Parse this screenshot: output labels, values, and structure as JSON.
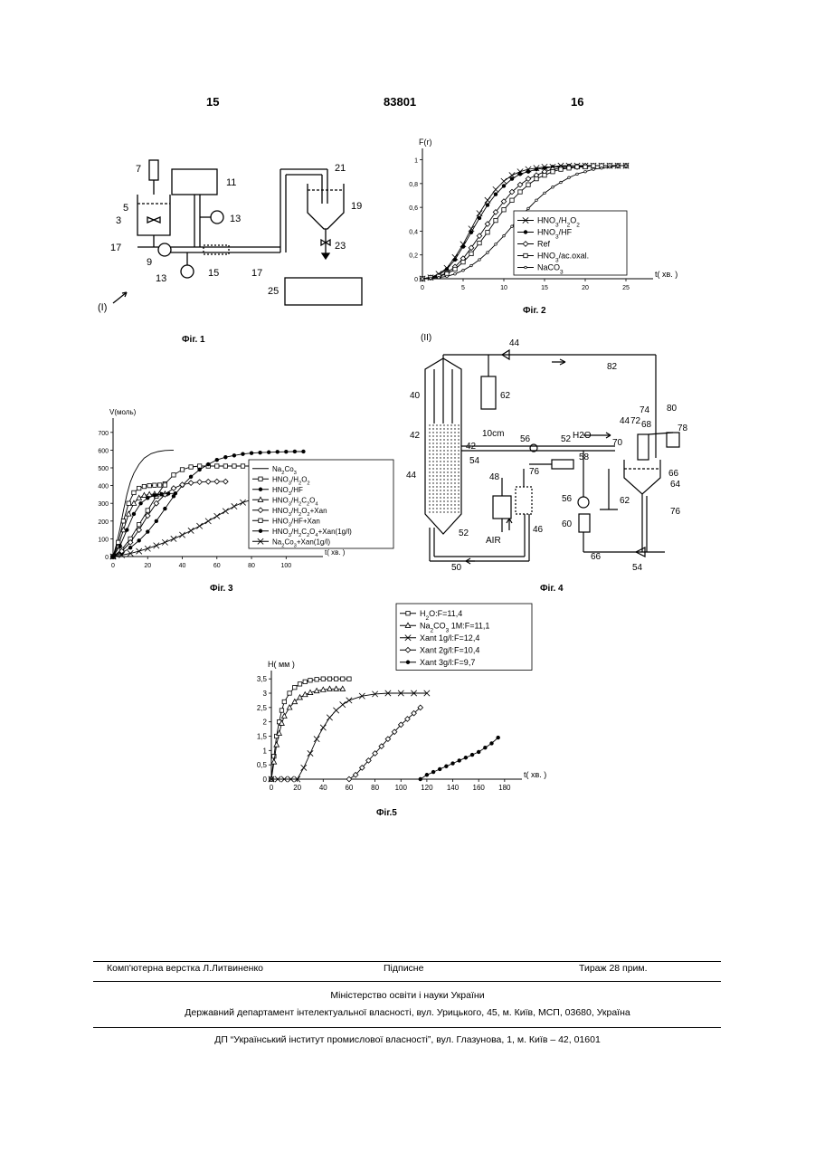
{
  "header": {
    "left_page": "15",
    "patent_number": "83801",
    "right_page": "16"
  },
  "fig1": {
    "caption": "Фіг. 1",
    "numbers": [
      "7",
      "5",
      "3",
      "11",
      "13",
      "21",
      "19",
      "17",
      "9",
      "13",
      "15",
      "17",
      "23",
      "25",
      "(I)"
    ]
  },
  "fig4": {
    "caption": "Фіг. 4",
    "numbers": [
      "(II)",
      "44",
      "82",
      "40",
      "62",
      "42",
      "42",
      "10cm",
      "44",
      "72",
      "68",
      "80",
      "74",
      "78",
      "44",
      "54",
      "56",
      "H2O",
      "70",
      "52",
      "76",
      "58",
      "66",
      "64",
      "48",
      "56",
      "62",
      "AIR",
      "46",
      "60",
      "76",
      "52",
      "50",
      "66",
      "54"
    ]
  },
  "chart_data": [
    {
      "type": "line",
      "caption": "Фіг. 2",
      "ylabel": "F(r)",
      "xlabel": "t( хв. )",
      "xlim": [
        0,
        27
      ],
      "ylim": [
        0,
        1.05
      ],
      "xticks": [
        "0",
        "5",
        "10",
        "15",
        "20",
        "25"
      ],
      "yticks": [
        "0",
        "0,2",
        "0,4",
        "0,6",
        "0,8",
        "1"
      ],
      "legend_position": "center-right",
      "series": [
        {
          "name": "HNO3/H2O2",
          "marker": "x",
          "x": [
            0,
            1,
            2,
            3,
            4,
            5,
            6,
            7,
            8,
            9,
            10,
            11,
            12,
            13,
            14,
            15,
            16,
            17,
            18,
            19,
            20,
            21,
            22,
            23,
            24,
            25
          ],
          "y": [
            0,
            0.01,
            0.04,
            0.09,
            0.18,
            0.29,
            0.42,
            0.55,
            0.66,
            0.75,
            0.82,
            0.87,
            0.9,
            0.92,
            0.93,
            0.94,
            0.94,
            0.95,
            0.95,
            0.95,
            0.95,
            0.95,
            0.95,
            0.95,
            0.95,
            0.95
          ]
        },
        {
          "name": "HNO3/HF",
          "marker": "dot",
          "x": [
            0,
            1,
            2,
            3,
            4,
            5,
            6,
            7,
            8,
            9,
            10,
            11,
            12,
            13,
            14,
            15,
            16,
            17,
            18,
            19,
            20,
            21,
            22,
            23,
            24,
            25
          ],
          "y": [
            0,
            0.01,
            0.03,
            0.08,
            0.16,
            0.27,
            0.39,
            0.51,
            0.62,
            0.71,
            0.78,
            0.84,
            0.88,
            0.9,
            0.92,
            0.93,
            0.94,
            0.94,
            0.95,
            0.95,
            0.95,
            0.95,
            0.95,
            0.95,
            0.95,
            0.95
          ]
        },
        {
          "name": "Ref",
          "marker": "diamond",
          "x": [
            0,
            1,
            2,
            3,
            4,
            5,
            6,
            7,
            8,
            9,
            10,
            11,
            12,
            13,
            14,
            15,
            16,
            17,
            18,
            19,
            20,
            21,
            22,
            23,
            24,
            25
          ],
          "y": [
            0,
            0.01,
            0.02,
            0.05,
            0.1,
            0.17,
            0.26,
            0.36,
            0.46,
            0.56,
            0.65,
            0.73,
            0.79,
            0.84,
            0.87,
            0.9,
            0.92,
            0.93,
            0.94,
            0.94,
            0.95,
            0.95,
            0.95,
            0.95,
            0.95,
            0.95
          ]
        },
        {
          "name": "HNO3/ac.oxal.",
          "marker": "square",
          "x": [
            0,
            1,
            2,
            3,
            4,
            5,
            6,
            7,
            8,
            9,
            10,
            11,
            12,
            13,
            14,
            15,
            16,
            17,
            18,
            19,
            20,
            21,
            22,
            23,
            24,
            25
          ],
          "y": [
            0,
            0.01,
            0.02,
            0.04,
            0.08,
            0.14,
            0.21,
            0.3,
            0.39,
            0.49,
            0.58,
            0.66,
            0.73,
            0.79,
            0.84,
            0.87,
            0.9,
            0.92,
            0.93,
            0.94,
            0.94,
            0.95,
            0.95,
            0.95,
            0.95,
            0.95
          ]
        },
        {
          "name": "NaCO3",
          "marker": "small",
          "x": [
            0,
            1,
            2,
            3,
            4,
            5,
            6,
            7,
            8,
            9,
            10,
            11,
            12,
            13,
            14,
            15,
            16,
            17,
            18,
            19,
            20,
            21,
            22,
            23,
            24,
            25
          ],
          "y": [
            0,
            0.005,
            0.01,
            0.02,
            0.04,
            0.07,
            0.11,
            0.16,
            0.22,
            0.29,
            0.36,
            0.44,
            0.52,
            0.59,
            0.66,
            0.72,
            0.77,
            0.81,
            0.85,
            0.88,
            0.9,
            0.92,
            0.93,
            0.94,
            0.95,
            0.95
          ]
        }
      ]
    },
    {
      "type": "line",
      "caption": "Фіг. 3",
      "ylabel": "V(моль)",
      "xlabel": "t( хв. )",
      "xlim": [
        0,
        115
      ],
      "ylim": [
        0,
        750
      ],
      "xticks": [
        "0",
        "20",
        "40",
        "60",
        "80",
        "100"
      ],
      "yticks": [
        "0",
        "100",
        "200",
        "300",
        "400",
        "500",
        "600",
        "700"
      ],
      "legend_position": "center-right",
      "series": [
        {
          "name": "Na2Co3",
          "marker": "none",
          "x": [
            0,
            2,
            4,
            6,
            8,
            10,
            12,
            15,
            18,
            22,
            26,
            30,
            35
          ],
          "y": [
            0,
            70,
            160,
            260,
            350,
            420,
            470,
            520,
            555,
            580,
            592,
            598,
            600
          ]
        },
        {
          "name": "HNO3/H2O2",
          "marker": "square",
          "x": [
            0,
            5,
            10,
            15,
            20,
            25,
            30,
            35,
            40,
            45,
            50,
            55,
            60,
            65,
            70,
            75,
            80
          ],
          "y": [
            0,
            40,
            100,
            180,
            260,
            340,
            410,
            460,
            490,
            505,
            510,
            510,
            510,
            510,
            510,
            510,
            510
          ]
        },
        {
          "name": "HNO3/HF",
          "marker": "dot",
          "x": [
            0,
            5,
            10,
            15,
            20,
            25,
            30,
            35,
            40,
            45,
            50,
            55,
            60,
            65,
            70,
            75,
            80,
            85,
            90,
            95,
            100,
            105,
            110
          ],
          "y": [
            0,
            20,
            50,
            90,
            140,
            200,
            270,
            340,
            400,
            450,
            490,
            520,
            545,
            560,
            570,
            578,
            583,
            586,
            588,
            590,
            591,
            592,
            592
          ]
        },
        {
          "name": "HNO3/H2C2O4",
          "marker": "triangle",
          "x": [
            0,
            3,
            6,
            9,
            12,
            15,
            18,
            21,
            24,
            27,
            30
          ],
          "y": [
            0,
            60,
            150,
            240,
            300,
            330,
            345,
            350,
            352,
            353,
            353
          ]
        },
        {
          "name": "HNO3/H2O2+Xan",
          "marker": "diamond",
          "x": [
            0,
            5,
            10,
            15,
            20,
            25,
            30,
            35,
            40,
            45,
            50,
            55,
            60,
            65
          ],
          "y": [
            0,
            30,
            80,
            150,
            230,
            300,
            350,
            385,
            405,
            415,
            420,
            422,
            423,
            423
          ]
        },
        {
          "name": "HNO3/HF+Xan",
          "marker": "square",
          "x": [
            0,
            3,
            6,
            9,
            12,
            15,
            18,
            21,
            24,
            27,
            30
          ],
          "y": [
            0,
            80,
            200,
            300,
            360,
            385,
            395,
            400,
            402,
            403,
            403
          ]
        },
        {
          "name": "HNO3/H2C2O4+Xan(1g/l)",
          "marker": "dot",
          "x": [
            0,
            4,
            8,
            12,
            16,
            20,
            24,
            28,
            32,
            36
          ],
          "y": [
            0,
            60,
            150,
            240,
            300,
            330,
            345,
            352,
            355,
            356
          ]
        },
        {
          "name": "Na2Co3+Xan(1g/l)",
          "marker": "x",
          "x": [
            0,
            5,
            10,
            15,
            20,
            25,
            30,
            35,
            40,
            45,
            50,
            55,
            60,
            65,
            70,
            75,
            80
          ],
          "y": [
            0,
            8,
            18,
            30,
            45,
            62,
            80,
            100,
            122,
            146,
            172,
            200,
            228,
            256,
            283,
            305,
            320
          ]
        }
      ]
    },
    {
      "type": "line",
      "caption": "Фіг.5",
      "ylabel": "H( мм )",
      "xlabel": "t( хв. )",
      "xlim": [
        0,
        185
      ],
      "ylim": [
        0,
        3.6
      ],
      "xticks": [
        "0",
        "20",
        "40",
        "60",
        "80",
        "100",
        "120",
        "140",
        "160",
        "180"
      ],
      "yticks": [
        "0",
        "0,5",
        "1",
        "1,5",
        "2",
        "2,5",
        "3",
        "3,5"
      ],
      "legend_position": "top-right",
      "series": [
        {
          "name": "H2O:F=11,4",
          "marker": "square",
          "x": [
            0,
            2,
            4,
            6,
            8,
            10,
            14,
            18,
            22,
            26,
            30,
            35,
            40,
            45,
            50,
            55,
            60
          ],
          "y": [
            0,
            0.8,
            1.5,
            2.0,
            2.4,
            2.7,
            3.0,
            3.2,
            3.32,
            3.4,
            3.45,
            3.48,
            3.5,
            3.5,
            3.5,
            3.5,
            3.5
          ]
        },
        {
          "name": "Na2CO3 1M:F=11,1",
          "marker": "triangle",
          "x": [
            0,
            2,
            4,
            6,
            8,
            10,
            14,
            18,
            22,
            26,
            30,
            35,
            40,
            45,
            50,
            55
          ],
          "y": [
            0,
            0.6,
            1.2,
            1.6,
            1.95,
            2.2,
            2.5,
            2.7,
            2.85,
            2.95,
            3.02,
            3.08,
            3.12,
            3.15,
            3.15,
            3.15
          ]
        },
        {
          "name": "Xant 1g/l:F=12,4",
          "marker": "x",
          "x": [
            0,
            5,
            10,
            15,
            20,
            25,
            30,
            35,
            40,
            45,
            50,
            55,
            60,
            70,
            80,
            90,
            100,
            110,
            120
          ],
          "y": [
            0,
            0,
            0,
            0,
            0,
            0.4,
            0.9,
            1.4,
            1.8,
            2.15,
            2.4,
            2.6,
            2.75,
            2.9,
            2.97,
            3.0,
            3.0,
            3.0,
            3.0
          ]
        },
        {
          "name": "Xant 2g/l:F=10,4",
          "marker": "diamond",
          "x": [
            60,
            65,
            70,
            75,
            80,
            85,
            90,
            95,
            100,
            105,
            110,
            115
          ],
          "y": [
            0,
            0.15,
            0.4,
            0.65,
            0.9,
            1.15,
            1.4,
            1.65,
            1.9,
            2.1,
            2.3,
            2.5
          ]
        },
        {
          "name": "Xant 3g/l:F=9,7",
          "marker": "dot",
          "x": [
            115,
            120,
            125,
            130,
            135,
            140,
            145,
            150,
            155,
            160,
            165,
            170,
            175
          ],
          "y": [
            0,
            0.15,
            0.25,
            0.35,
            0.45,
            0.55,
            0.65,
            0.75,
            0.85,
            0.95,
            1.1,
            1.25,
            1.45
          ]
        }
      ]
    }
  ],
  "footer": {
    "row1_left": "Комп'ютерна верстка Л.Литвиненко",
    "row1_mid": "Підписне",
    "row1_right": "Тираж 28 прим.",
    "ministry": "Міністерство освіти і науки України",
    "department": "Державний департамент інтелектуальної власності, вул. Урицького, 45, м. Київ, МСП, 03680, Україна",
    "institute": "ДП “Український інститут промислової власності”, вул. Глазунова, 1, м. Київ – 42, 01601"
  }
}
